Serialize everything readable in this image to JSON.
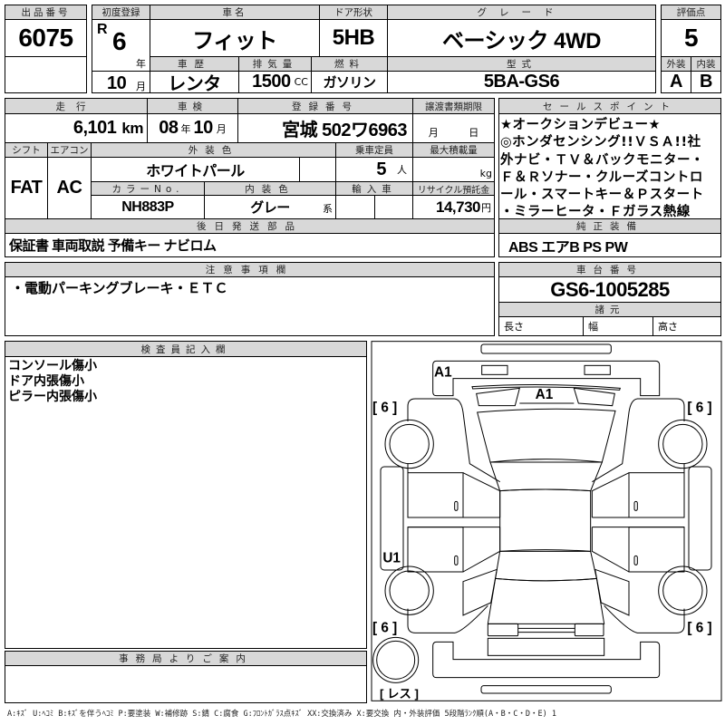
{
  "lot": {
    "label": "出品番号",
    "value": "6075"
  },
  "first_reg": {
    "label": "初度登録",
    "era": "R",
    "year": "6",
    "year_unit": "年",
    "month": "10",
    "month_unit": "月"
  },
  "car_name": {
    "label": "車名",
    "value": "フィット"
  },
  "door": {
    "label": "ドア形状",
    "value": "5HB"
  },
  "grade": {
    "label": "グレード",
    "value": "ベーシック 4WD"
  },
  "history": {
    "label": "車歴",
    "value": "レンタ"
  },
  "displacement": {
    "label": "排気量",
    "value": "1500",
    "unit": "CC"
  },
  "fuel": {
    "label": "燃料",
    "value": "ガソリン"
  },
  "model": {
    "label": "型式",
    "value": "5BA-GS6"
  },
  "score": {
    "label": "評価点",
    "value": "5",
    "ext_label": "外装",
    "int_label": "内装",
    "ext": "A",
    "int": "B"
  },
  "mileage": {
    "label": "走行",
    "value": "6,101",
    "unit": "km"
  },
  "inspection": {
    "label": "車検",
    "year": "08",
    "year_unit": "年",
    "month": "10",
    "month_unit": "月"
  },
  "plate": {
    "label": "登録番号",
    "value": "宮城 502ワ6963"
  },
  "transfer": {
    "label": "譲渡書類期限",
    "month_unit": "月",
    "day_unit": "日"
  },
  "shift": {
    "label": "シフト",
    "value": "FAT"
  },
  "ac": {
    "label": "エアコン",
    "value": "AC"
  },
  "ext_color": {
    "label": "外装色",
    "value": "ホワイトパール"
  },
  "capacity": {
    "label": "乗車定員",
    "value": "5",
    "unit": "人"
  },
  "max_load": {
    "label": "最大積載量",
    "unit": "kg"
  },
  "color_no": {
    "label": "カラーNo.",
    "value": "NH883P"
  },
  "int_color": {
    "label": "内装色",
    "value": "グレー",
    "unit": "系"
  },
  "import": {
    "label": "輸入車"
  },
  "recycle": {
    "label": "リサイクル預託金",
    "value": "14,730",
    "unit": "円"
  },
  "later_parts": {
    "label": "後日発送部品",
    "value": "保証書 車両取説 予備キー ナビロム"
  },
  "sales_points": {
    "label": "セールスポイント",
    "lines": [
      "★オークションデビュー★",
      "◎ホンダセンシング!!ＶＳＡ!!社",
      "外ナビ・ＴＶ＆バックモニター・",
      "Ｆ＆Ｒソナー・クルーズコントロ",
      "ール・スマートキー＆Ｐスタート",
      "・ミラーヒータ・Ｆガラス熱線"
    ]
  },
  "equipment": {
    "label": "純正装備",
    "value": "ABS エアB PS PW"
  },
  "notes": {
    "label": "注意事項欄",
    "value": "・電動パーキングブレーキ・ＥＴＣ"
  },
  "chassis": {
    "label": "車台番号",
    "value": "GS6-1005285"
  },
  "specs": {
    "label": "諸元",
    "length": "長さ",
    "width": "幅",
    "height": "高さ"
  },
  "inspector": {
    "label": "検査員記入欄",
    "lines": [
      "コンソール傷小",
      "ドア内張傷小",
      "ピラー内張傷小"
    ]
  },
  "office": {
    "label": "事務局よりご案内"
  },
  "diagram": {
    "front_bumper": "A1",
    "windshield": "A1",
    "left_step": "U1",
    "tire_fl": "[ 6 ]",
    "tire_fr": "[ 6 ]",
    "tire_rl": "[ 6 ]",
    "tire_rr": "[ 6 ]",
    "spare": "[ レス ]"
  },
  "legend": "A:ｷｽﾞ U:ﾍｺﾐ B:ｷｽﾞを伴うﾍｺﾐ P:要塗装 W:補修跡 S:錆 C:腐食 G:ﾌﾛﾝﾄｶﾞﾗｽ点ｷｽﾞ XX:交換済み X:要交換 内・外装評価 5段階ﾗﾝｸ順(A・B・C・D・E) 1"
}
